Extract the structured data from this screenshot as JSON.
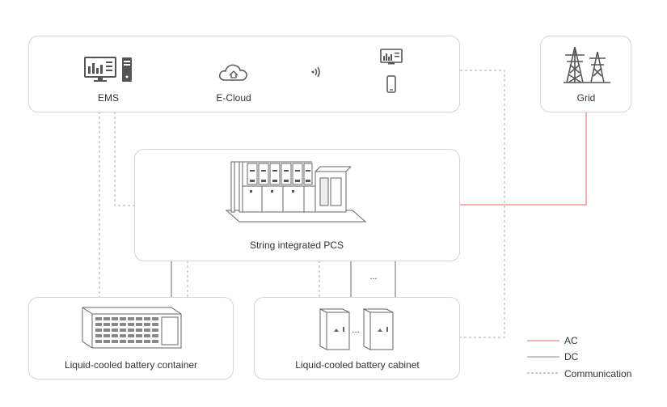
{
  "nodes": {
    "ems": "EMS",
    "ecloud": "E-Cloud",
    "grid": "Grid",
    "pcs": "String integrated PCS",
    "container": "Liquid-cooled battery container",
    "cabinet": "Liquid-cooled battery cabinet",
    "ellipsis_top": "...",
    "ellipsis_bottom": "..."
  },
  "legend": [
    {
      "label": "AC",
      "color": "#e06666",
      "style": "solid"
    },
    {
      "label": "DC",
      "color": "#8c8c8c",
      "style": "solid"
    },
    {
      "label": "Communication",
      "color": "#9a9a9a",
      "style": "dashed"
    }
  ],
  "colors": {
    "ac": "#e06666",
    "dc": "#6a6a6a",
    "comm": "#aaaaaa",
    "border": "#d4d4d4"
  },
  "icons": [
    "monitor-icon",
    "server-icon",
    "cloud-icon",
    "wireless-icon",
    "tablet-monitor-icon",
    "phone-icon",
    "transmission-tower-icon"
  ]
}
